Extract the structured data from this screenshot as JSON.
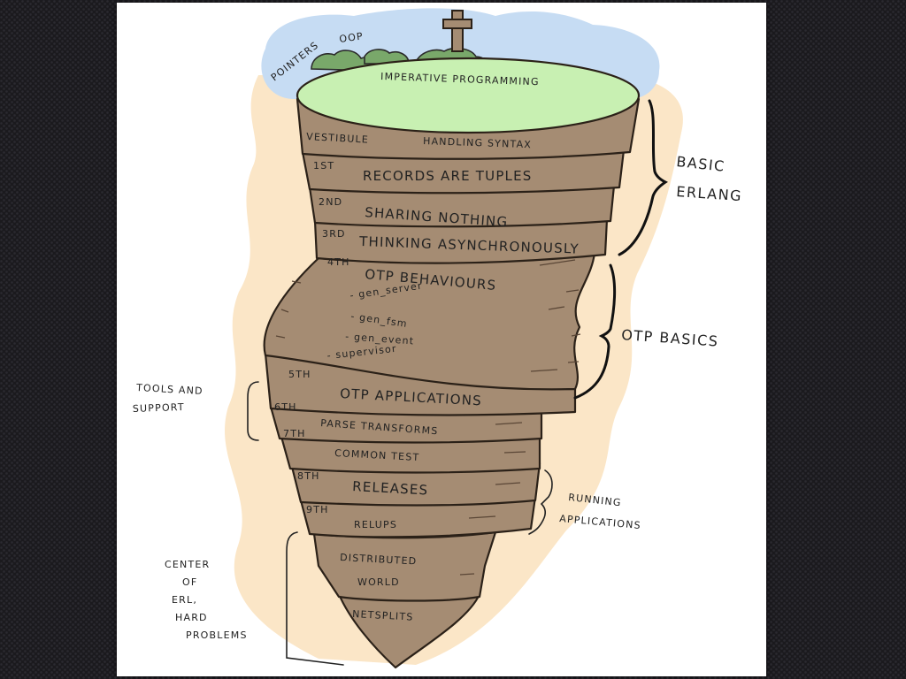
{
  "top": {
    "pointers": "POINTERS",
    "oop": "OOP",
    "imperative": "IMPERATIVE PROGRAMMING"
  },
  "circles": {
    "vestibule": {
      "label": "VESTIBULE",
      "text": "HANDLING SYNTAX"
    },
    "c1": {
      "num": "1ST",
      "text": "RECORDS ARE TUPLES"
    },
    "c2": {
      "num": "2ND",
      "text": "SHARING NOTHING"
    },
    "c3": {
      "num": "3RD",
      "text": "THINKING ASYNCHRONOUSLY"
    },
    "c4": {
      "num": "4TH",
      "text": "OTP BEHAVIOURS",
      "items": [
        "- gen_server",
        "- gen_fsm",
        "- gen_event",
        "- supervisor"
      ]
    },
    "c5": {
      "num": "5TH",
      "text": "OTP APPLICATIONS"
    },
    "c6": {
      "num": "6TH",
      "text": "PARSE TRANSFORMS"
    },
    "c7": {
      "num": "7TH",
      "text": "COMMON TEST"
    },
    "c8": {
      "num": "8TH",
      "text": "RELEASES"
    },
    "c9": {
      "num": "9TH",
      "text": "RELUPS"
    },
    "distributed": {
      "line1": "DISTRIBUTED",
      "line2": "WORLD"
    },
    "netsplits": "NETSPLITS"
  },
  "groups": {
    "basic_erlang": {
      "line1": "BASIC",
      "line2": "ERLANG"
    },
    "otp_basics": "OTP BASICS",
    "tools_support": {
      "line1": "TOOLS AND",
      "line2": "SUPPORT"
    },
    "running_apps": {
      "line1": "RUNNING",
      "line2": "APPLICATIONS"
    },
    "center": {
      "line1": "CENTER",
      "line2": "OF",
      "line3": "ERL,",
      "line4": "HARD",
      "line5": "PROBLEMS"
    }
  },
  "colors": {
    "sky": "#c6dcf3",
    "sand": "#fbe6c7",
    "grass": "#c8f0b2",
    "earth": "#a58c73",
    "bush": "#79a86a"
  }
}
